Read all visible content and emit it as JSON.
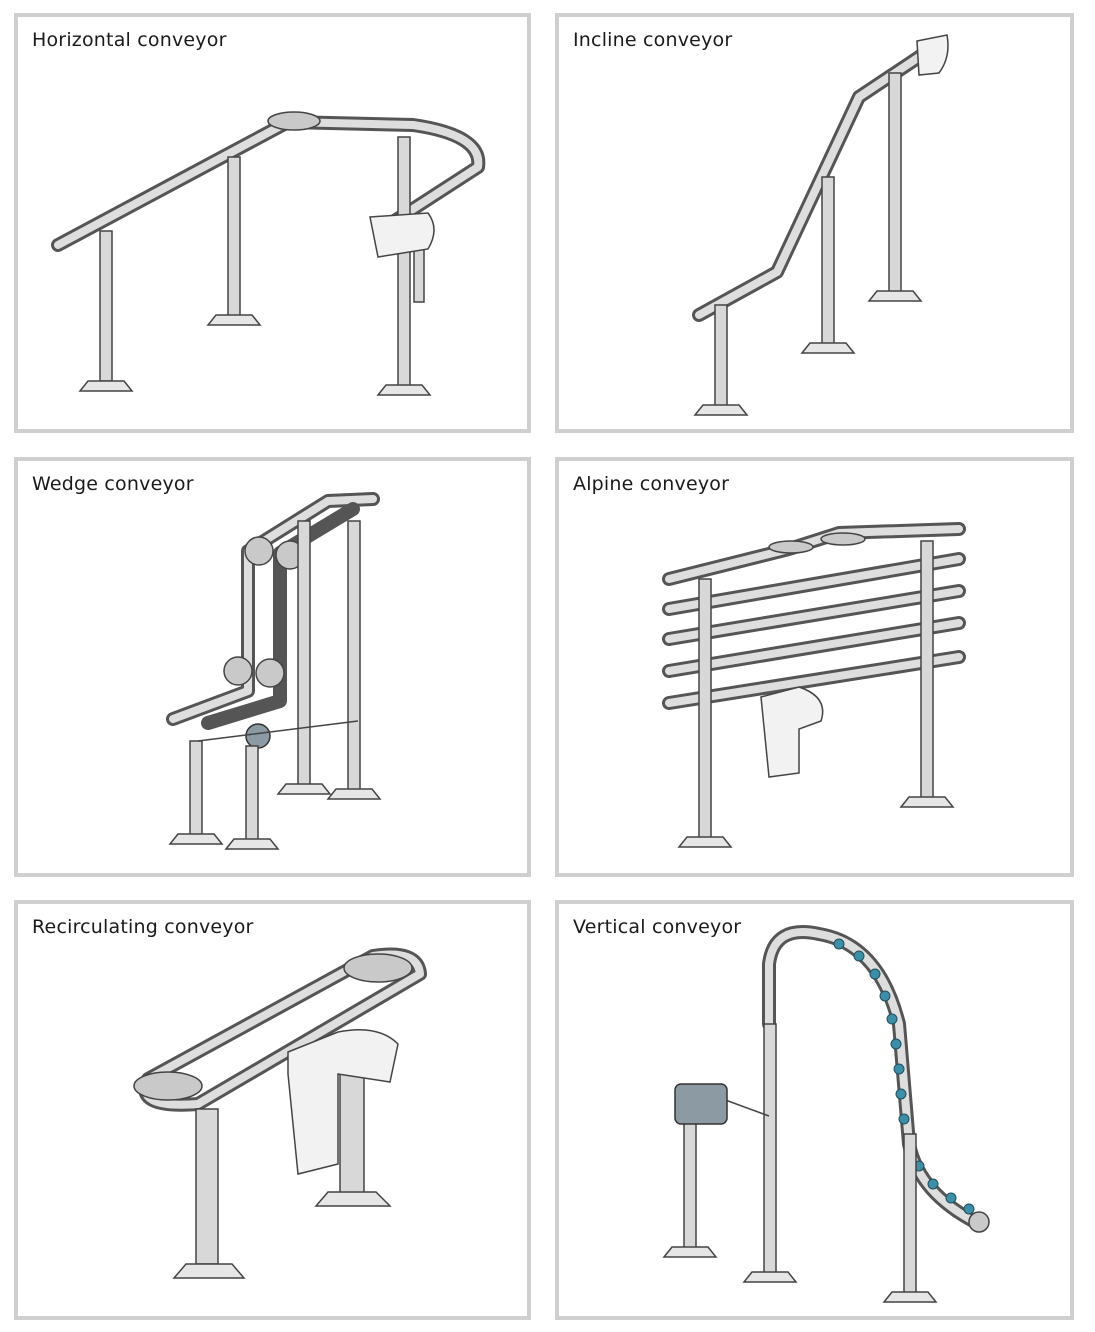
{
  "panels": [
    {
      "title": "Horizontal conveyor"
    },
    {
      "title": "Incline conveyor"
    },
    {
      "title": "Wedge conveyor"
    },
    {
      "title": "Alpine conveyor"
    },
    {
      "title": "Recirculating conveyor"
    },
    {
      "title": "Vertical conveyor"
    }
  ],
  "colors": {
    "panel_border": "#cfcfcf",
    "frame_stroke": "#444444",
    "bead_accent": "#3d8ea6"
  }
}
